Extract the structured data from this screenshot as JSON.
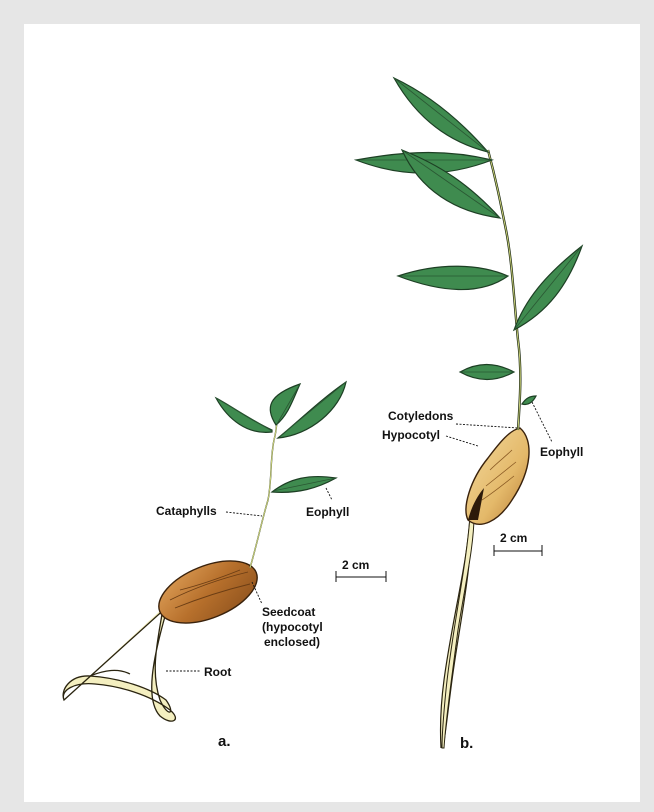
{
  "figure": {
    "seedling_a": {
      "panel_label": "a.",
      "labels": {
        "cataphylls": "Cataphylls",
        "eophyll": "Eophyll",
        "seedcoat": [
          "Seedcoat",
          "(hypocotyl",
          "enclosed)"
        ],
        "root": "Root"
      },
      "scale_bar": "2 cm"
    },
    "seedling_b": {
      "panel_label": "b.",
      "labels": {
        "cotyledons": "Cotyledons",
        "hypocotyl": "Hypocotyl",
        "eophyll": "Eophyll"
      },
      "scale_bar": "2 cm"
    }
  },
  "colors": {
    "background": "#e6e6e6",
    "panel": "#ffffff",
    "leaf": "#3f8b4f",
    "seed": "#c9873c",
    "root": "#f4efc0"
  }
}
